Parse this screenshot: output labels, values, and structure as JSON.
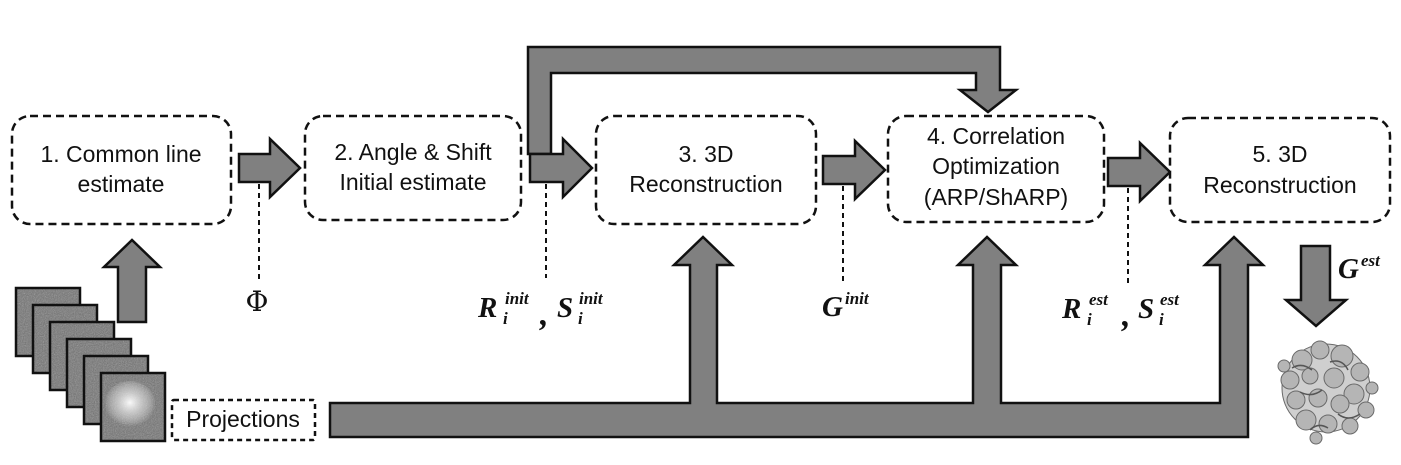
{
  "steps": [
    {
      "line1": "1. Common line",
      "line2": "estimate"
    },
    {
      "line1": "2. Angle & Shift",
      "line2": "Initial estimate"
    },
    {
      "line1": "3. 3D",
      "line2": "Reconstruction"
    },
    {
      "line1": "4. Correlation",
      "line2": "Optimization",
      "line3": "(ARP/ShARP)"
    },
    {
      "line1": "5. 3D",
      "line2": "Reconstruction"
    }
  ],
  "projections_label": "Projections",
  "symbols": {
    "phi": "Φ",
    "r_init_base": "R",
    "r_init_sub": "i",
    "r_init_sup": "init",
    "s_init_base": "S",
    "s_init_sub": "i",
    "s_init_sup": "init",
    "g_init_base": "G",
    "g_init_sup": "init",
    "r_est_base": "R",
    "r_est_sub": "i",
    "r_est_sup": "est",
    "s_est_base": "S",
    "s_est_sub": "i",
    "s_est_sup": "est",
    "g_est_base": "G",
    "g_est_sup": "est",
    "separator": ","
  },
  "colors": {
    "arrow_fill": "#808080",
    "stroke": "#111111",
    "background": "#ffffff"
  }
}
